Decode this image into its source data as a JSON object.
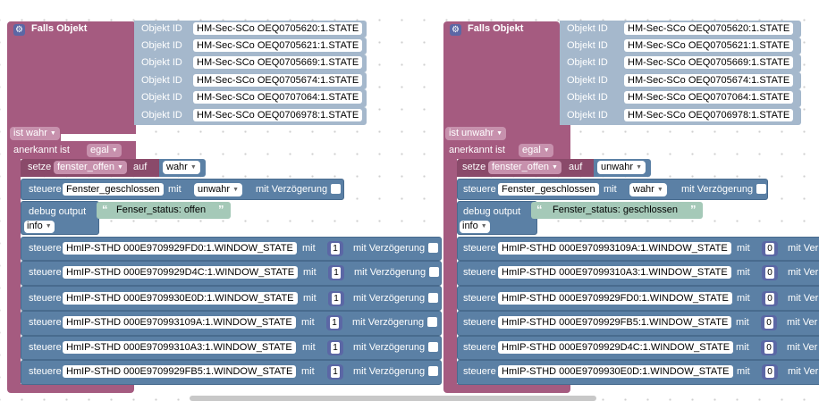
{
  "left": {
    "if_label": "Falls Objekt",
    "object_id_label": "Objekt ID",
    "object_ids": [
      "HM-Sec-SCo OEQ0705620:1.STATE",
      "HM-Sec-SCo OEQ0705621:1.STATE",
      "HM-Sec-SCo OEQ0705669:1.STATE",
      "HM-Sec-SCo OEQ0705674:1.STATE",
      "HM-Sec-SCo OEQ0707064:1.STATE",
      "HM-Sec-SCo OEQ0706978:1.STATE"
    ],
    "condition": "ist wahr",
    "ack_label": "anerkannt ist",
    "ack_value": "egal",
    "set_label": "setze",
    "set_variable": "fenster_offen",
    "set_to_label": "auf",
    "set_value": "wahr",
    "control1": {
      "label": "steuere",
      "target": "Fenster_geschlossen",
      "with_label": "mit",
      "value": "unwahr",
      "delay_label": "mit Verzögerung"
    },
    "debug_label": "debug output",
    "debug_text": "Fenser_status: offen",
    "debug_level": "info",
    "controls": [
      {
        "label": "steuere",
        "target": "HmIP-STHD 000E9709929FD0:1.WINDOW_STATE",
        "with_label": "mit",
        "value": "1",
        "delay_label": "mit Verzögerung"
      },
      {
        "label": "steuere",
        "target": "HmIP-STHD 000E9709929D4C:1.WINDOW_STATE",
        "with_label": "mit",
        "value": "1",
        "delay_label": "mit Verzögerung"
      },
      {
        "label": "steuere",
        "target": "HmIP-STHD 000E9709930E0D:1.WINDOW_STATE",
        "with_label": "mit",
        "value": "1",
        "delay_label": "mit Verzögerung"
      },
      {
        "label": "steuere",
        "target": "HmIP-STHD 000E970993109A:1.WINDOW_STATE",
        "with_label": "mit",
        "value": "1",
        "delay_label": "mit Verzögerung"
      },
      {
        "label": "steuere",
        "target": "HmIP-STHD 000E97099310A3:1.WINDOW_STATE",
        "with_label": "mit",
        "value": "1",
        "delay_label": "mit Verzögerung"
      },
      {
        "label": "steuere",
        "target": "HmIP-STHD 000E9709929FB5:1.WINDOW_STATE",
        "with_label": "mit",
        "value": "1",
        "delay_label": "mit Verzögerung"
      }
    ]
  },
  "right": {
    "if_label": "Falls Objekt",
    "object_id_label": "Objekt ID",
    "object_ids": [
      "HM-Sec-SCo OEQ0705620:1.STATE",
      "HM-Sec-SCo OEQ0705621:1.STATE",
      "HM-Sec-SCo OEQ0705669:1.STATE",
      "HM-Sec-SCo OEQ0705674:1.STATE",
      "HM-Sec-SCo OEQ0707064:1.STATE",
      "HM-Sec-SCo OEQ0706978:1.STATE"
    ],
    "condition": "ist unwahr",
    "ack_label": "anerkannt ist",
    "ack_value": "egal",
    "set_label": "setze",
    "set_variable": "fenster_offen",
    "set_to_label": "auf",
    "set_value": "unwahr",
    "control1": {
      "label": "steuere",
      "target": "Fenster_geschlossen",
      "with_label": "mit",
      "value": "wahr",
      "delay_label": "mit Verzögerung"
    },
    "debug_label": "debug output",
    "debug_text": "Fenster_status: geschlossen",
    "debug_level": "info",
    "controls": [
      {
        "label": "steuere",
        "target": "HmIP-STHD 000E970993109A:1.WINDOW_STATE",
        "with_label": "mit",
        "value": "0",
        "delay_label": "mit Ver"
      },
      {
        "label": "steuere",
        "target": "HmIP-STHD 000E97099310A3:1.WINDOW_STATE",
        "with_label": "mit",
        "value": "0",
        "delay_label": "mit Ver"
      },
      {
        "label": "steuere",
        "target": "HmIP-STHD 000E9709929FD0:1.WINDOW_STATE",
        "with_label": "mit",
        "value": "0",
        "delay_label": "mit Ver"
      },
      {
        "label": "steuere",
        "target": "HmIP-STHD 000E9709929FB5:1.WINDOW_STATE",
        "with_label": "mit",
        "value": "0",
        "delay_label": "mit Ver"
      },
      {
        "label": "steuere",
        "target": "HmIP-STHD 000E9709929D4C:1.WINDOW_STATE",
        "with_label": "mit",
        "value": "0",
        "delay_label": "mit Ver"
      },
      {
        "label": "steuere",
        "target": "HmIP-STHD 000E9709930E0D:1.WINDOW_STATE",
        "with_label": "mit",
        "value": "0",
        "delay_label": "mit Ver"
      }
    ]
  },
  "icons": {
    "gear": "gear-icon",
    "dropdown": "dropdown-caret-icon",
    "quote": "quote-icon",
    "checkbox": "checkbox"
  },
  "colors": {
    "event_block": "#a55b80",
    "action_block": "#5b80a5",
    "object_id_block": "#a5b8cc",
    "text_block": "#a5c9b8",
    "number_block": "#5b67a5"
  }
}
